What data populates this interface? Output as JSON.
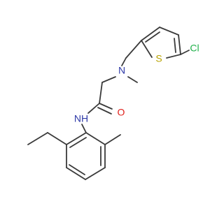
{
  "molecule": {
    "atom_labels": {
      "chlorine": "Cl",
      "sulfur": "S",
      "amine_nitrogen": "N",
      "amide_nitrogen": "NH",
      "carbonyl_oxygen": "O"
    },
    "colors": {
      "bond": "#3a3a3a",
      "carbon_text": "#3a3a3a",
      "chlorine": "#22b14c",
      "sulfur": "#b8a200",
      "nitrogen": "#2f3aa8",
      "oxygen": "#e0201b",
      "background": "#ffffff"
    }
  }
}
